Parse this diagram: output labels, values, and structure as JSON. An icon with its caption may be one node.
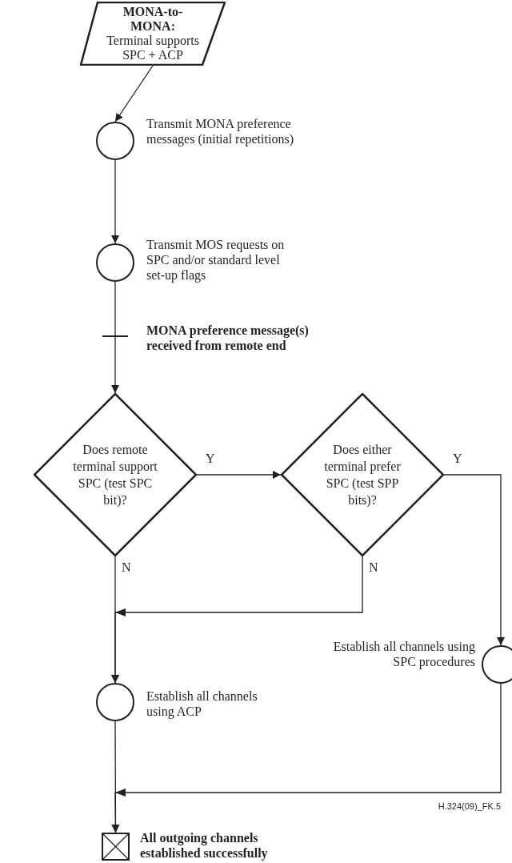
{
  "diagram": {
    "nodes": [
      {
        "text": [
          "MONA-to-MONA:",
          "Terminal supports SPC + ACP"
        ]
      },
      {
        "text": [],
        "shape": "circle",
        "beside": [
          "Transmit MONA preference messages (initial repetitions)"
        ]
      },
      {
        "text": [],
        "shape": "circle",
        "beside": [
          "Transmit MOS requests on SPC and/or standard level set-up flags"
        ]
      },
      {
        "text": [],
        "shape": "bar",
        "beside": [
          "MONA preference message(s) received from remote end"
        ]
      },
      {
        "text": [
          "Does remote terminal support SPC (test SPC bit)?"
        ]
      },
      {
        "text": [
          "Does either terminal prefer SPC (test SPP bits)?"
        ]
      },
      {
        "text": [],
        "shape": "circle",
        "beside": [
          "Establish all channels using SPC procedures"
        ]
      },
      {
        "text": [],
        "shape": "circle",
        "beside": [
          "Establish all channels using ACP"
        ]
      },
      {
        "text": [],
        "shape": "box",
        "beside": [
          "All outgoing channels established successfully"
        ]
      }
    ],
    "edges": [
      {
        "from": 0,
        "to": 1,
        "arrow": "to"
      },
      {
        "from": 1,
        "to": 2,
        "arrow": "to"
      },
      {
        "from": 2,
        "to": 3,
        "arrow": "none"
      },
      {
        "from": 3,
        "to": 4,
        "arrow": "to"
      },
      {
        "from": 4,
        "to": 5,
        "arrow": "to",
        "label": "Y"
      },
      {
        "from": 4,
        "to": 7,
        "arrow": "to",
        "label": "N"
      },
      {
        "from": 5,
        "to": 7,
        "arrow": "to",
        "label": "N"
      },
      {
        "from": 5,
        "to": 6,
        "arrow": "to",
        "label": "Y"
      },
      {
        "from": 6,
        "to": 8,
        "arrow": "to"
      },
      {
        "from": 7,
        "to": 8,
        "arrow": "to"
      }
    ],
    "labels": [
      "H.324(09)_FK.5"
    ]
  }
}
